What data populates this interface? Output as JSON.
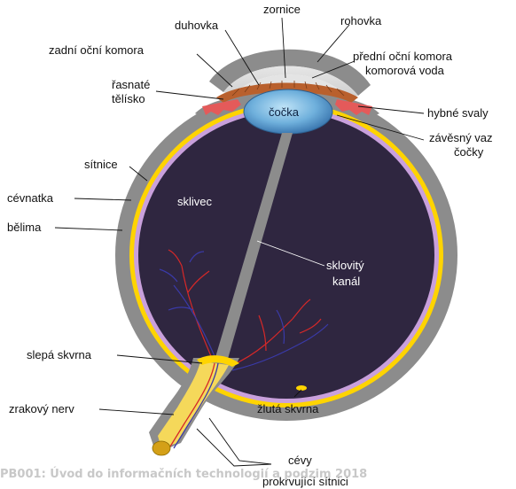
{
  "labels": {
    "zornice": "zornice",
    "duhovka": "duhovka",
    "rohovka": "rohovka",
    "zadni_ocni_komora": "zadní oční komora",
    "predni_ocni_komora": "přední oční komora",
    "komorova_voda": "komorová voda",
    "rasnate_1": "řasnaté",
    "rasnate_2": "tělísko",
    "cocka": "čočka",
    "hybne_svaly": "hybné svaly",
    "zavesny_1": "závěsný vaz",
    "zavesny_2": "čočky",
    "sitnice": "sítnice",
    "cevnatka": "cévnatka",
    "belima": "bělima",
    "sklivec": "sklivec",
    "sklovity_1": "sklovitý",
    "sklovity_2": "kanál",
    "slepa_skvrna": "slepá skvrna",
    "zlutá_skvrna": "žlutá skvrna",
    "zrakovy_nerv": "zrakový nerv",
    "cevy_1": "cévy",
    "cevy_2": "prokrvující sítnici"
  },
  "footer": "PB001: Úvod do informačních technologií a podzim 2018",
  "colors": {
    "sclera": "#8c8c8c",
    "choroid": "#ffd400",
    "retina": "#c9a0dc",
    "vitreous": "#2f2640",
    "lens": "#5fa3d3",
    "iris": "#b9602d",
    "ciliary": "#e45a5a",
    "nerve": "#f5d85a",
    "footer_text": "#c8c8c8"
  }
}
